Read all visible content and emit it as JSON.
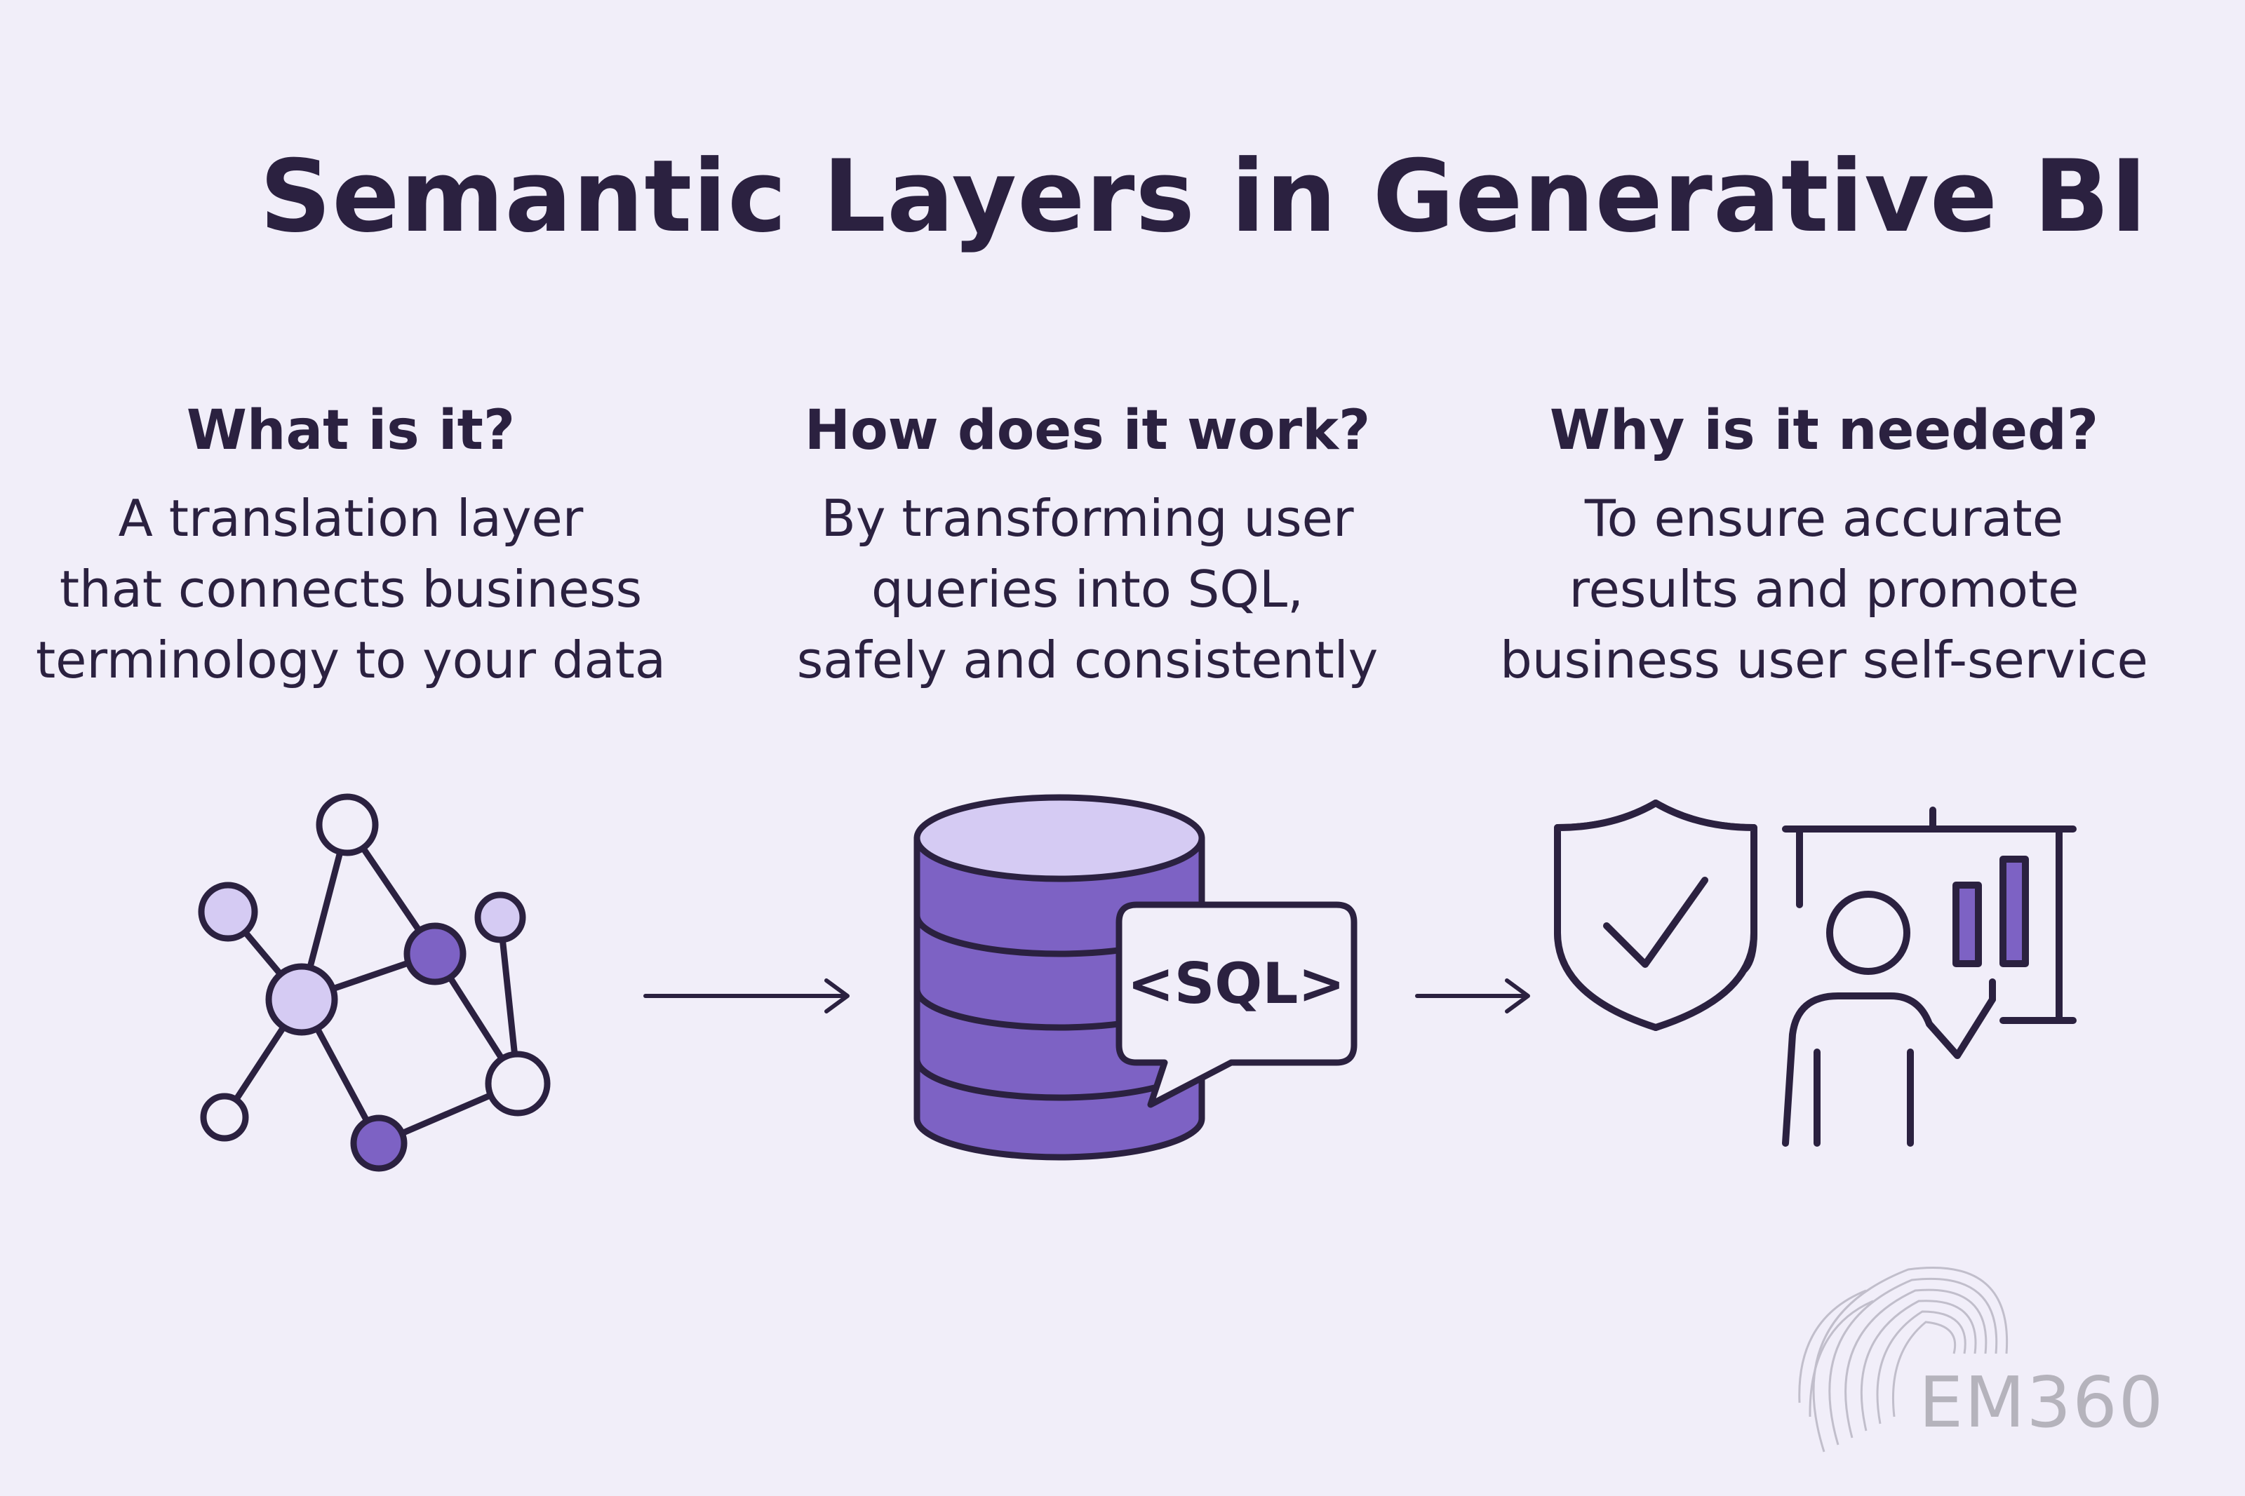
{
  "title": "Semantic Layers in Generative BI",
  "columns": [
    {
      "heading": "What is it?",
      "lines": [
        "A translation layer",
        "that connects business",
        "terminology to your data"
      ],
      "icon": "network-graph-icon"
    },
    {
      "heading": "How does it work?",
      "lines": [
        "By transforming user",
        "queries into SQL,",
        "safely and consistently"
      ],
      "icon": "database-sql-icon"
    },
    {
      "heading": "Why is it needed?",
      "lines": [
        "To ensure accurate",
        "results and promote",
        "business user self-service"
      ],
      "icon": "shield-presenter-icon"
    }
  ],
  "sql_label": "<SQL>",
  "logo": "EM360",
  "colors": {
    "background": "#f1eef9",
    "ink": "#2b2140",
    "purple": "#7d62c4",
    "lavender": "#d5cbf3",
    "logo": "#b5b3bc"
  }
}
